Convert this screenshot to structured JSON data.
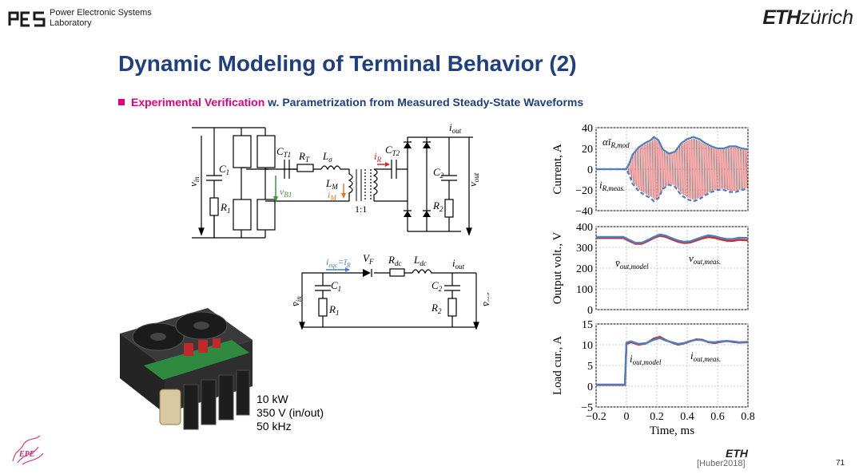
{
  "header": {
    "lab_name_line1": "Power Electronic Systems",
    "lab_name_line2": "Laboratory",
    "eth_bold": "ETH",
    "eth_light": "zürich"
  },
  "slide": {
    "title": "Dynamic Modeling of Terminal Behavior (2)",
    "bullet_highlight": "Experimental Verification",
    "bullet_rest": " w. Parametrization from Measured Steady-State Waveforms",
    "specs": [
      "10 kW",
      "350 V (in/out)",
      "50 kHz"
    ],
    "footer_eth": "ETH",
    "reference": "[Huber2018]",
    "page_number": "71"
  },
  "colors": {
    "title": "#1f3f7f",
    "accent": "#e0007a",
    "model_blue": "#4a7fc1",
    "meas_red": "#d62728"
  },
  "circuit_top": {
    "labels": {
      "vin": "v",
      "vin_sub": "in",
      "c1": "C",
      "c1_sub": "1",
      "r1": "R",
      "r1_sub": "1",
      "ct1": "C",
      "ct1_sub": "T1",
      "rt": "R",
      "rt_sub": "T",
      "lsigma": "L",
      "lsigma_sub": "σ",
      "lm": "L",
      "lm_sub": "M",
      "vb1": "v",
      "vb1_sub": "B1",
      "im": "i",
      "im_sub": "M",
      "ir": "i",
      "ir_sub": "R",
      "ct2": "C",
      "ct2_sub": "T2",
      "ratio": "1:1",
      "c2": "C",
      "c2_sub": "2",
      "r2": "R",
      "r2_sub": "2",
      "iout": "i",
      "iout_sub": "out",
      "vout": "v",
      "vout_sub": "out"
    }
  },
  "circuit_bottom": {
    "labels": {
      "ieqc": "i",
      "ieqc_sub": "eqc",
      "ieqc_eq": "=ī",
      "ieqc_r": "R",
      "vf": "V",
      "vf_sub": "F",
      "rdc": "R",
      "rdc_sub": "dc",
      "ldc": "L",
      "ldc_sub": "dc",
      "iout": "i",
      "iout_sub": "out",
      "c1": "C",
      "c1_sub": "1",
      "r1": "R",
      "r1_sub": "1",
      "c2": "C",
      "c2_sub": "2",
      "r2": "R",
      "r2_sub": "2",
      "vin": "v̄",
      "vin_sub": "in",
      "vout": "v̄",
      "vout_sub": "out"
    }
  },
  "chart_data": [
    {
      "type": "line",
      "ylabel": "Current, A",
      "ylim": [
        -40,
        40
      ],
      "yticks": [
        "40",
        "20",
        "0",
        "−20",
        "−40"
      ],
      "xlim": [
        -0.2,
        0.8
      ],
      "grid": true,
      "annotations": [
        "αī",
        "R,mod",
        "i",
        "R,meas."
      ],
      "series": [
        {
          "name": "αī R,mod",
          "color": "#4a7fc1",
          "x": [
            -0.2,
            -0.02,
            0.0,
            0.02,
            0.04,
            0.08,
            0.12,
            0.16,
            0.18,
            0.21,
            0.24,
            0.28,
            0.32,
            0.36,
            0.4,
            0.44,
            0.48,
            0.52,
            0.56,
            0.6,
            0.64,
            0.68,
            0.72,
            0.76,
            0.8
          ],
          "y": [
            0,
            0,
            0.5,
            6,
            14,
            21,
            25,
            28,
            31,
            28,
            19,
            15,
            17,
            25,
            29,
            31,
            29,
            25,
            22,
            20,
            20,
            22,
            22,
            20,
            19
          ]
        },
        {
          "name": "i R,meas.",
          "color": "#d62728",
          "x": [
            -0.2,
            0.0,
            0.8
          ],
          "y": [
            0,
            0,
            0
          ]
        }
      ]
    },
    {
      "type": "line",
      "ylabel": "Output volt., V",
      "ylim": [
        0,
        400
      ],
      "yticks": [
        "400",
        "300",
        "200",
        "100",
        "0"
      ],
      "xlim": [
        -0.2,
        0.8
      ],
      "grid": true,
      "annotations": [
        "v̄",
        "out,model",
        "v",
        "out,meas."
      ],
      "series": [
        {
          "name": "v̄ out,model",
          "color": "#4a7fc1",
          "x": [
            -0.2,
            -0.02,
            0.02,
            0.06,
            0.1,
            0.14,
            0.18,
            0.22,
            0.26,
            0.3,
            0.34,
            0.38,
            0.42,
            0.46,
            0.5,
            0.54,
            0.58,
            0.62,
            0.66,
            0.7,
            0.74,
            0.8
          ],
          "y": [
            350,
            350,
            335,
            322,
            322,
            335,
            350,
            362,
            356,
            344,
            333,
            327,
            329,
            340,
            350,
            358,
            354,
            346,
            340,
            340,
            346,
            345
          ]
        },
        {
          "name": "v out,meas.",
          "color": "#d62728",
          "x": [
            -0.2,
            -0.02,
            0.02,
            0.06,
            0.1,
            0.14,
            0.18,
            0.22,
            0.26,
            0.3,
            0.34,
            0.38,
            0.42,
            0.46,
            0.5,
            0.54,
            0.58,
            0.62,
            0.66,
            0.7,
            0.74,
            0.8
          ],
          "y": [
            345,
            345,
            330,
            317,
            317,
            330,
            345,
            356,
            350,
            338,
            327,
            321,
            323,
            333,
            343,
            350,
            346,
            338,
            332,
            331,
            336,
            334
          ]
        }
      ]
    },
    {
      "type": "line",
      "ylabel": "Load cur., A",
      "xlabel": "Time, ms",
      "ylim": [
        -5,
        15
      ],
      "yticks": [
        "15",
        "10",
        "5",
        "0",
        "−5"
      ],
      "xlim": [
        -0.2,
        0.8
      ],
      "xticks": [
        "−0.2",
        "0",
        "0.2",
        "0.4",
        "0.6",
        "0.8"
      ],
      "grid": true,
      "annotations": [
        "i",
        "out,model",
        "i",
        "out,meas."
      ],
      "series": [
        {
          "name": "i out,model",
          "color": "#4a7fc1",
          "x": [
            -0.2,
            -0.01,
            0.0,
            0.03,
            0.08,
            0.13,
            0.18,
            0.22,
            0.26,
            0.3,
            0.34,
            0.38,
            0.42,
            0.46,
            0.5,
            0.54,
            0.58,
            0.62,
            0.66,
            0.7,
            0.74,
            0.8
          ],
          "y": [
            0.4,
            0.4,
            10.5,
            10.8,
            10.2,
            10.4,
            11.2,
            11.6,
            11.0,
            10.6,
            10.2,
            10.4,
            10.9,
            11.2,
            11.1,
            10.7,
            10.6,
            10.8,
            10.9,
            10.8,
            10.6,
            10.7
          ]
        },
        {
          "name": "i out,meas.",
          "color": "#d62728",
          "x": [
            -0.2,
            -0.01,
            0.0,
            0.03,
            0.08,
            0.13,
            0.18,
            0.22,
            0.26,
            0.3,
            0.34,
            0.38,
            0.42,
            0.46,
            0.5,
            0.54,
            0.58,
            0.62,
            0.66,
            0.7,
            0.74,
            0.8
          ],
          "y": [
            0.3,
            0.3,
            10.2,
            10.6,
            10.0,
            10.3,
            11.5,
            11.9,
            11.1,
            10.5,
            10.0,
            10.3,
            10.8,
            11.3,
            11.2,
            10.6,
            10.4,
            10.7,
            10.9,
            10.7,
            10.5,
            10.6
          ]
        }
      ]
    }
  ]
}
